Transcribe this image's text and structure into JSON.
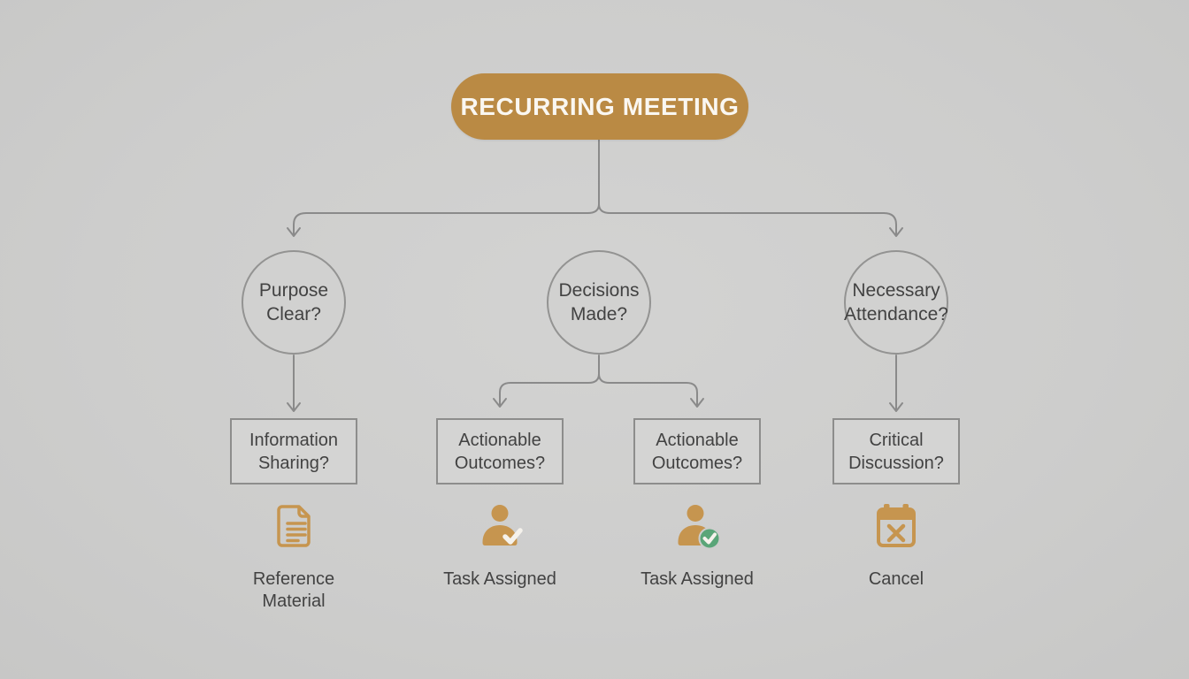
{
  "colors": {
    "background": "#cdcdcd",
    "accent_gold": "#ba8a44",
    "icon_gold": "#c6954f",
    "line_gray": "#8a8a8a",
    "text_dark": "#424242",
    "badge_green": "#5aa578"
  },
  "root_node": {
    "label": "RECURRING MEETING"
  },
  "decision_nodes": [
    {
      "line1": "Purpose",
      "line2": "Clear?"
    },
    {
      "line1": "Decisions",
      "line2": "Made?"
    },
    {
      "line1": "Necessary",
      "line2": "Attendance?"
    }
  ],
  "question_nodes": [
    {
      "line1": "Information",
      "line2": "Sharing?"
    },
    {
      "line1": "Actionable",
      "line2": "Outcomes?"
    },
    {
      "line1": "Actionable",
      "line2": "Outcomes?"
    },
    {
      "line1": "Critical",
      "line2": "Discussion?"
    }
  ],
  "outcome_nodes": [
    {
      "icon": "document-icon",
      "label": "Reference Material"
    },
    {
      "icon": "person-check-icon",
      "label": "Task Assigned"
    },
    {
      "icon": "person-check-badge-icon",
      "label": "Task Assigned"
    },
    {
      "icon": "calendar-x-icon",
      "label": "Cancel"
    }
  ]
}
